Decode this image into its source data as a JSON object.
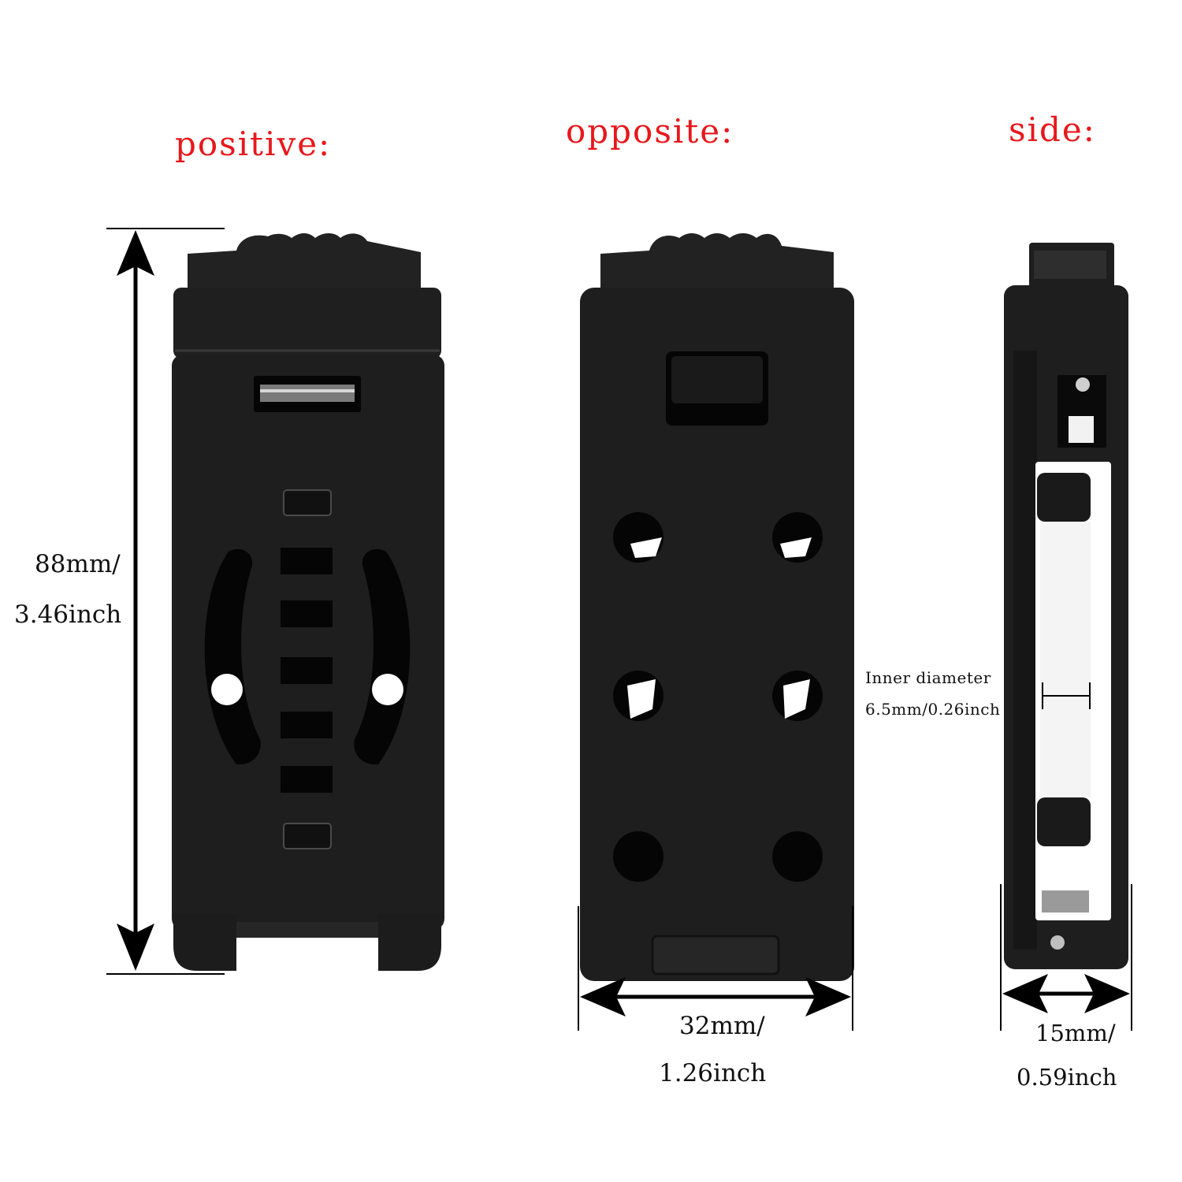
{
  "views": {
    "front_title": "positive:",
    "back_title": "opposite:",
    "side_title": "side:"
  },
  "dimensions": {
    "height_mm": "88mm/",
    "height_inch": "3.46inch",
    "width_mm": "32mm/",
    "width_inch": "1.26inch",
    "thickness_mm": "15mm/",
    "thickness_inch": "0.59inch",
    "inner_label": "Inner diameter",
    "inner_value": "6.5mm/0.26inch"
  },
  "colors": {
    "title": "#e8171b",
    "clip": "#1e1e1e",
    "background": "#ffffff"
  }
}
